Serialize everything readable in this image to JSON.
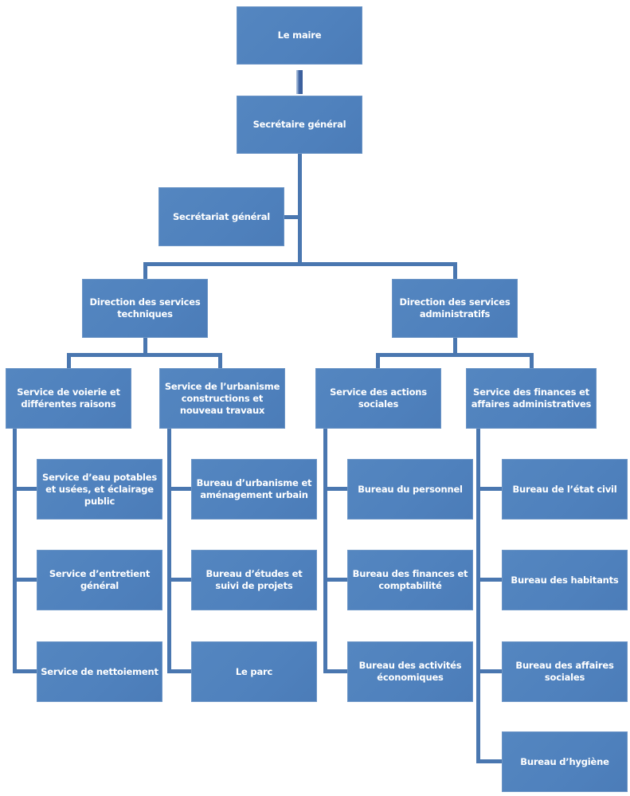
{
  "chart": {
    "type": "org-chart",
    "language": "fr",
    "colors": {
      "node_fill": "#4f81bd",
      "node_text": "#ffffff",
      "connector": "#4a77b0"
    },
    "root": {
      "label": "Le maire",
      "children": [
        {
          "label": "Secrétaire général",
          "children": [
            {
              "label": "Secrétariat général",
              "children": []
            },
            {
              "label": "Direction des services techniques",
              "children": [
                {
                  "label": "Service de voierie et différentes raisons",
                  "children": [
                    {
                      "label": "Service d’eau potables et usées, et éclairage public"
                    },
                    {
                      "label": "Service d’entretient général"
                    },
                    {
                      "label": "Service de nettoiement"
                    }
                  ]
                },
                {
                  "label": "Service de l’urbanisme constructions et nouveau travaux",
                  "children": [
                    {
                      "label": "Bureau d’urbanisme et aménagement urbain"
                    },
                    {
                      "label": "Bureau d’études et suivi de projets"
                    },
                    {
                      "label": "Le parc"
                    }
                  ]
                }
              ]
            },
            {
              "label": "Direction des services administratifs",
              "children": [
                {
                  "label": "Service des actions sociales",
                  "children": [
                    {
                      "label": "Bureau du personnel"
                    },
                    {
                      "label": "Bureau des finances et comptabilité"
                    },
                    {
                      "label": "Bureau des activités économiques"
                    }
                  ]
                },
                {
                  "label": "Service des finances et affaires administratives",
                  "children": [
                    {
                      "label": "Bureau de l’état civil"
                    },
                    {
                      "label": "Bureau des habitants"
                    },
                    {
                      "label": "Bureau des affaires sociales"
                    },
                    {
                      "label": "Bureau d’hygiène"
                    }
                  ]
                }
              ]
            }
          ]
        }
      ]
    }
  }
}
